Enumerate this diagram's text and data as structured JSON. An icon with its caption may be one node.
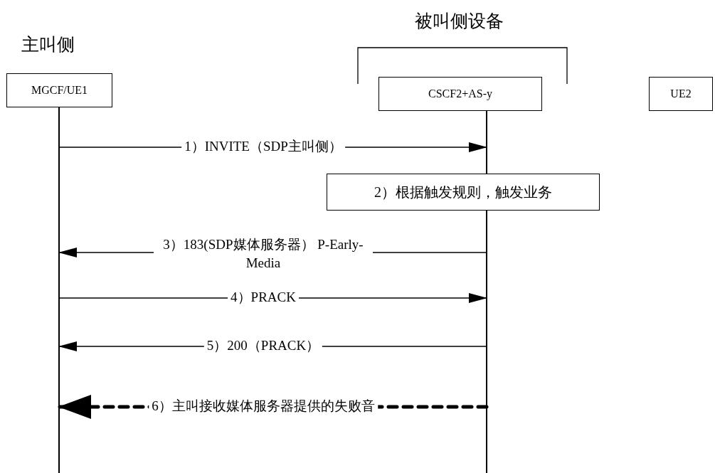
{
  "diagram": {
    "nodes": [
      {
        "text": [
          "MGCF/UE1"
        ]
      },
      {
        "text": [
          "CSCF2+AS-y"
        ]
      },
      {
        "text": [
          "UE2"
        ]
      },
      {
        "text": [
          "2）根据触发规则，触发业务"
        ]
      },
      {
        "text": [],
        "shape": "line"
      },
      {
        "text": [],
        "shape": "line"
      }
    ],
    "edges": [
      {
        "from": 4,
        "to": 5,
        "arrow": "to",
        "label": "1）INVITE（SDP主叫侧）"
      },
      {
        "from": 5,
        "to": 4,
        "arrow": "to",
        "label": "3）183(SDP媒体服务器） P-Early-Media"
      },
      {
        "from": 4,
        "to": 5,
        "arrow": "to",
        "label": "4）PRACK"
      },
      {
        "from": 5,
        "to": 4,
        "arrow": "to",
        "label": "5）200（PRACK）"
      },
      {
        "from": 5,
        "to": 4,
        "arrow": "to",
        "label": "6）主叫接收媒体服务器提供的失败音",
        "style": "dashed"
      }
    ],
    "labels": [
      "被叫侧设备",
      "主叫侧"
    ]
  }
}
